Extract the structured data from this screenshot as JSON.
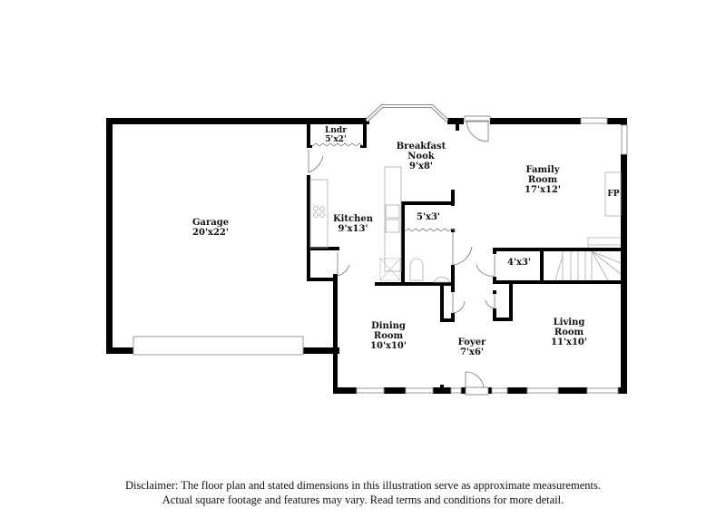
{
  "floorplan": {
    "rooms": [
      {
        "id": "garage",
        "name": "Garage",
        "dims": "20'x22'"
      },
      {
        "id": "laundry",
        "name": "Lndr",
        "dims": "5'x2'"
      },
      {
        "id": "breakfast-nook",
        "name_line1": "Breakfast",
        "name_line2": "Nook",
        "dims": "9'x8'"
      },
      {
        "id": "family-room",
        "name_line1": "Family",
        "name_line2": "Room",
        "dims": "17'x12'"
      },
      {
        "id": "kitchen",
        "name": "Kitchen",
        "dims": "9'x13'"
      },
      {
        "id": "closet-5x3",
        "dims": "5'x3'"
      },
      {
        "id": "closet-4x3",
        "dims": "4'x3'"
      },
      {
        "id": "dining-room",
        "name_line1": "Dining",
        "name_line2": "Room",
        "dims": "10'x10'"
      },
      {
        "id": "foyer",
        "name": "Foyer",
        "dims": "7'x6'"
      },
      {
        "id": "living-room",
        "name_line1": "Living",
        "name_line2": "Room",
        "dims": "11'x10'"
      }
    ],
    "fixtures": {
      "fireplace": "FP"
    },
    "colors": {
      "wall": "#000000",
      "window": "#c8c8c8",
      "fixture_line": "#9a9a9a"
    }
  },
  "disclaimer": {
    "line1": "Disclaimer: The floor plan and stated dimensions in this illustration serve as approximate measurements.",
    "line2": "Actual square footage and features may vary. Read terms and conditions for more detail."
  }
}
